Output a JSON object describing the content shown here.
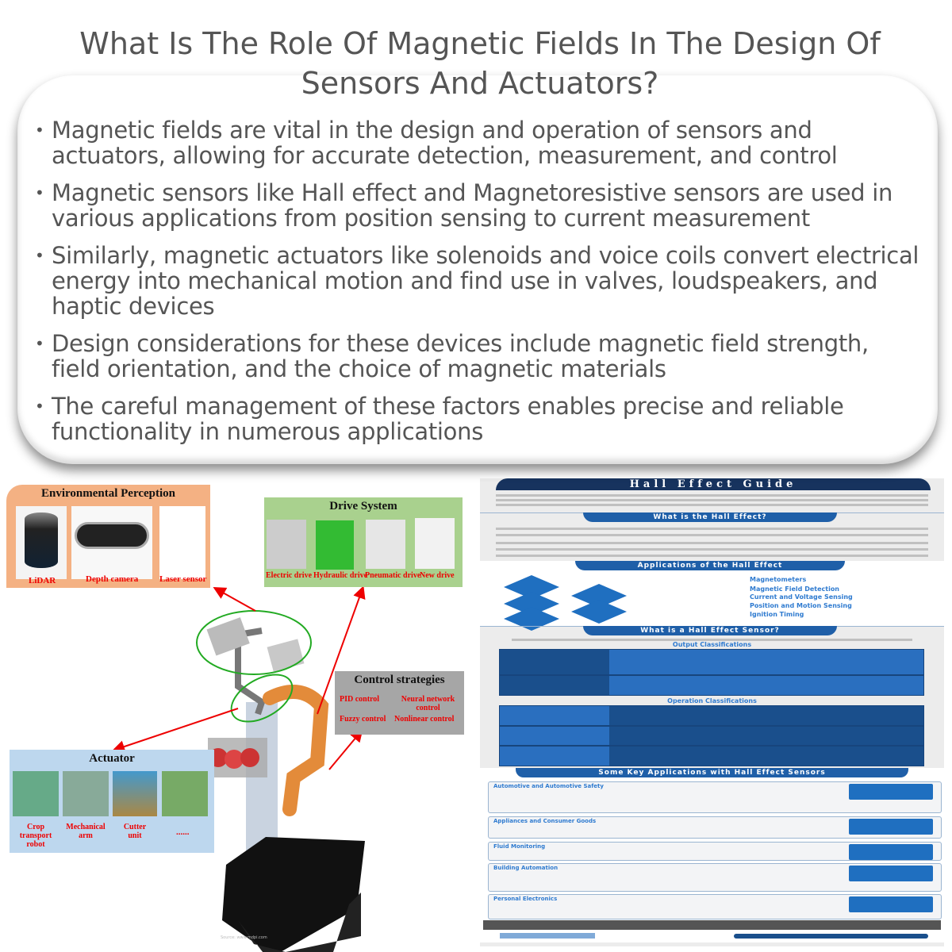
{
  "title": "What Is The Role Of Magnetic Fields In The Design Of Sensors And Actuators?",
  "bullets": [
    "Magnetic fields are vital in the design and operation of sensors and actuators, allowing for accurate detection, measurement, and control",
    "Magnetic sensors like Hall effect and Magnetoresistive sensors are used in various applications from position sensing to current measurement",
    "Similarly, magnetic actuators like solenoids and voice coils convert electrical energy into mechanical motion and find use in valves, loudspeakers, and haptic devices",
    "Design considerations for these devices include magnetic field strength, field orientation, and the choice of magnetic materials",
    "The careful management of these factors enables precise and reliable functionality in numerous applications"
  ],
  "robot_figure": {
    "env": {
      "title": "Environmental Perception",
      "items": [
        "LiDAR",
        "Depth camera",
        "Laser sensor"
      ],
      "color": "#f4b183"
    },
    "drive": {
      "title": "Drive System",
      "items": [
        "Electric drive",
        "Hydraulic drive",
        "Pneumatic drive",
        "New drive"
      ],
      "color": "#a9d18e"
    },
    "control": {
      "title": "Control strategies",
      "items": [
        "PID control",
        "Neural network control",
        "Fuzzy control",
        "Nonlinear control"
      ],
      "color": "#a6a6a6"
    },
    "actuator": {
      "title": "Actuator",
      "items": [
        "Crop transport robot",
        "Mechanical arm",
        "Cutter unit",
        "......"
      ],
      "color": "#bdd7ee"
    },
    "source": "Source: www.mdpi.com"
  },
  "infographic": {
    "title": "Hall Effect Guide",
    "sections": [
      "What is the Hall Effect?",
      "Applications of the Hall Effect",
      "What is a Hall Effect Sensor?",
      "Output Classifications",
      "Operation Classifications",
      "Some Key Applications with Hall Effect Sensors"
    ],
    "applications": [
      "Magnetometers",
      "Magnetic Field Detection",
      "Current and Voltage Sensing",
      "Position and Motion Sensing",
      "Ignition Timing"
    ],
    "key_apps": [
      "Automotive and Automotive Safety",
      "Appliances and Consumer Goods",
      "Fluid Monitoring",
      "Building Automation",
      "Personal Electronics"
    ],
    "accent": "#1f5fa8"
  }
}
